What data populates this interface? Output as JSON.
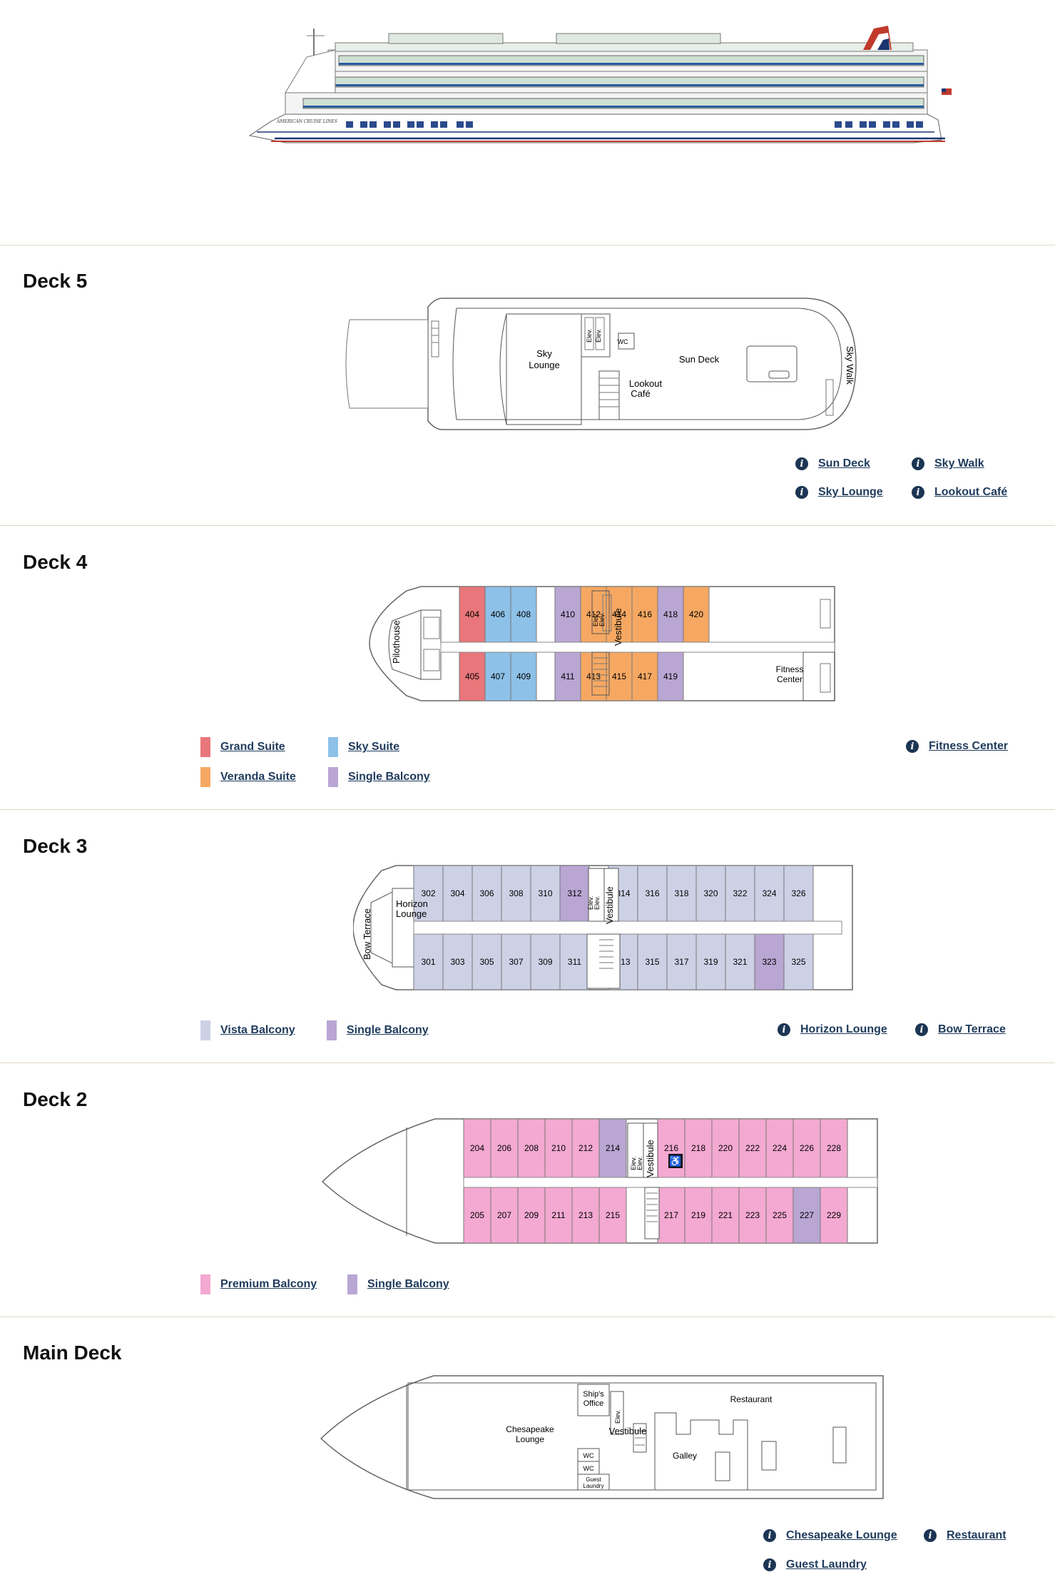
{
  "hero": {
    "hull_text": "AMERICAN CRUISE LINES"
  },
  "colors": {
    "grand_suite": "#e8767a",
    "sky_suite": "#8ec1e8",
    "veranda_suite": "#f6a862",
    "single_balcony": "#b9a6d3",
    "vista_balcony": "#cdd1e6",
    "premium_balcony": "#f3a9d1",
    "link": "#1f3b5c",
    "divider": "#e3d7c7"
  },
  "deck5": {
    "title": "Deck 5",
    "labels": {
      "sky_lounge_1": "Sky",
      "sky_lounge_2": "Lounge",
      "sun_deck": "Sun Deck",
      "lookout_1": "Lookout",
      "lookout_2": "Café",
      "sky_walk": "Sky Walk",
      "elev": "Elev.",
      "wc": "WC"
    },
    "links": [
      "Sun Deck",
      "Sky Walk",
      "Sky Lounge",
      "Lookout Café"
    ]
  },
  "deck4": {
    "title": "Deck 4",
    "labels": {
      "pilothouse": "Pilothouse",
      "vestibule": "Vestibule",
      "elev": "Elev.",
      "fitness_1": "Fitness",
      "fitness_2": "Center"
    },
    "top_rooms": [
      "404",
      "406",
      "408",
      "410",
      "412",
      "414",
      "416",
      "418",
      "420"
    ],
    "bottom_rooms": [
      "405",
      "407",
      "409",
      "411",
      "413",
      "415",
      "417",
      "419"
    ],
    "legend": [
      "Grand Suite",
      "Sky Suite",
      "Veranda Suite",
      "Single Balcony"
    ],
    "links": [
      "Fitness Center"
    ]
  },
  "deck3": {
    "title": "Deck 3",
    "labels": {
      "bow_terrace": "Bow Terrace",
      "horizon_1": "Horizon",
      "horizon_2": "Lounge",
      "vestibule": "Vestibule",
      "elev": "Elev."
    },
    "top_rooms": [
      "302",
      "304",
      "306",
      "308",
      "310",
      "312",
      "314",
      "316",
      "318",
      "320",
      "322",
      "324",
      "326"
    ],
    "bottom_rooms": [
      "301",
      "303",
      "305",
      "307",
      "309",
      "311",
      "313",
      "315",
      "317",
      "319",
      "321",
      "323",
      "325"
    ],
    "legend": [
      "Vista Balcony",
      "Single Balcony"
    ],
    "links": [
      "Horizon Lounge",
      "Bow Terrace"
    ]
  },
  "deck2": {
    "title": "Deck 2",
    "labels": {
      "vestibule": "Vestibule",
      "elev": "Elev."
    },
    "top_rooms": [
      "204",
      "206",
      "208",
      "210",
      "212",
      "214",
      "216",
      "218",
      "220",
      "222",
      "224",
      "226",
      "228"
    ],
    "bottom_rooms": [
      "205",
      "207",
      "209",
      "211",
      "213",
      "215",
      "217",
      "219",
      "221",
      "223",
      "225",
      "227",
      "229"
    ],
    "legend": [
      "Premium Balcony",
      "Single Balcony"
    ]
  },
  "main": {
    "title": "Main Deck",
    "labels": {
      "ships_office_1": "Ship's",
      "ships_office_2": "Office",
      "chesapeake_1": "Chesapeake",
      "chesapeake_2": "Lounge",
      "vestibule": "Vestibule",
      "restaurant": "Restaurant",
      "galley": "Galley",
      "elev": "Elev.",
      "wc": "WC",
      "laundry_1": "Guest",
      "laundry_2": "Laundry"
    },
    "links": [
      "Chesapeake Lounge",
      "Restaurant",
      "Guest Laundry"
    ]
  }
}
